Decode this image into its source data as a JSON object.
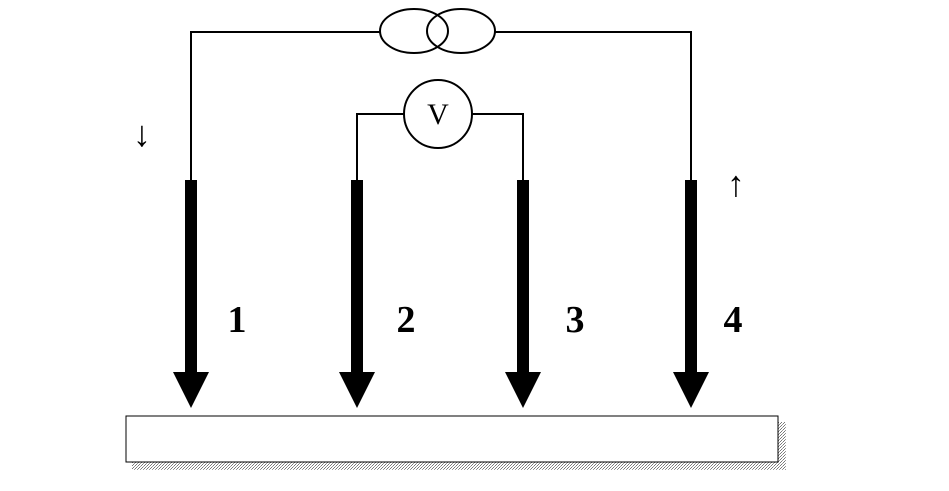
{
  "voltmeter": {
    "label": "V"
  },
  "probes": [
    {
      "label": "1"
    },
    {
      "label": "2"
    },
    {
      "label": "3"
    },
    {
      "label": "4"
    }
  ],
  "current_arrows": {
    "left": "↓",
    "right": "↑"
  },
  "colors": {
    "line": "#000000",
    "background": "#ffffff",
    "shadow": "#888888"
  }
}
